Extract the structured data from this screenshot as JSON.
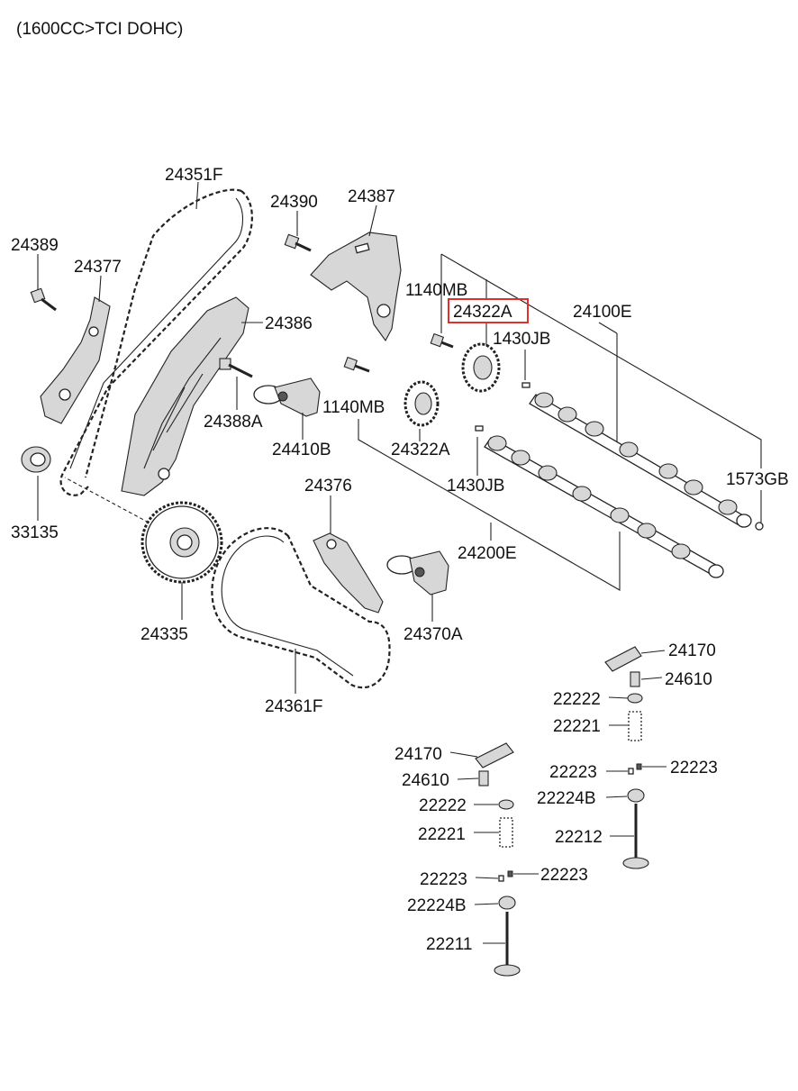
{
  "header": "(1600CC>TCI DOHC)",
  "highlight_color": "#e0302a",
  "labels": {
    "p24351F": "24351F",
    "p24390": "24390",
    "p24387": "24387",
    "p24389": "24389",
    "p24377": "24377",
    "p1140MB_a": "1140MB",
    "p24322A_hl": "24322A",
    "p24100E": "24100E",
    "p24386": "24386",
    "p1430JB_a": "1430JB",
    "p24388A": "24388A",
    "p1140MB_b": "1140MB",
    "p24410B": "24410B",
    "p24322A_b": "24322A",
    "p1430JB_b": "1430JB",
    "p1573GB": "1573GB",
    "p33135": "33135",
    "p24376": "24376",
    "p24200E": "24200E",
    "p24335": "24335",
    "p24370A": "24370A",
    "p24361F": "24361F",
    "p24170_a": "24170",
    "p24610_a": "24610",
    "p22222_a": "22222",
    "p22221_a": "22221",
    "p24170_b": "24170",
    "p22223_a": "22223",
    "p22223_b": "22223",
    "p24610_b": "24610",
    "p22224B_a": "22224B",
    "p22222_b": "22222",
    "p22212": "22212",
    "p22221_b": "22221",
    "p22223_c": "22223",
    "p22223_d": "22223",
    "p22224B_b": "22224B",
    "p22211": "22211"
  }
}
